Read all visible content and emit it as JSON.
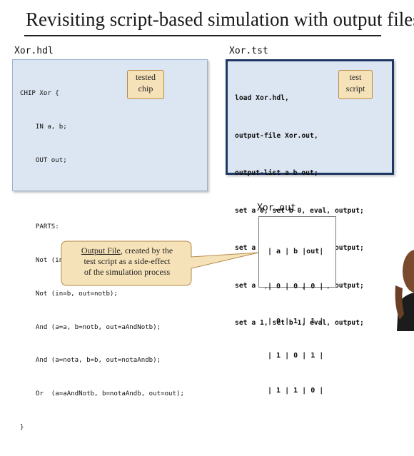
{
  "title": "Revisiting script-based simulation with output files",
  "hdl_file": {
    "name": "Xor.hdl",
    "lines": [
      "CHIP Xor {",
      "    IN a, b;",
      "    OUT out;",
      "",
      "    PARTS:",
      "    Not (in=a, out=nota);",
      "    Not (in=b, out=notb);",
      "    And (a=a, b=notb, out=aAndNotb);",
      "    And (a=nota, b=b, out=notaAndb);",
      "    Or  (a=aAndNotb, b=notaAndb, out=out);",
      "}"
    ],
    "callout_line1": "tested",
    "callout_line2": "chip"
  },
  "tst_file": {
    "name": "Xor.tst",
    "lines": [
      "load Xor.hdl,",
      "output-file Xor.out,",
      "output-list a b out;",
      "set a 0, set b 0, eval, output;",
      "set a 0, set b 1, eval, output;",
      "set a 1, set b 0, eval, output;",
      "set a 1, set b 1, eval, output;"
    ],
    "callout_line1": "test",
    "callout_line2": "script"
  },
  "out_file": {
    "name": "Xor.out",
    "lines": [
      "| a | b |out|",
      "| 0 | 0 | 0 |",
      "| 0 | 1 | 1 |",
      "| 1 | 0 | 1 |",
      "| 1 | 1 | 0 |"
    ]
  },
  "output_callout": {
    "underlined": "Output File",
    "rest_line1": ", created by the",
    "line2": "test script as a side-effect",
    "line3": "of the simulation process"
  },
  "colors": {
    "code_bg": "#dce6f2",
    "tst_border": "#1f3864",
    "callout_bg": "#f6e2b8"
  }
}
